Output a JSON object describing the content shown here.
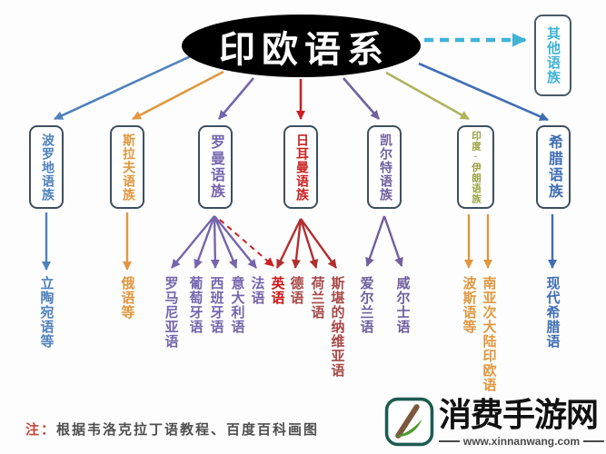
{
  "diagram": {
    "root": {
      "label": "印欧语系",
      "bg_color": "#000000",
      "text_color": "#ffffff"
    },
    "other_family": {
      "label": "其他语族",
      "color": "#3fb3d6",
      "edge_style": "dashed"
    },
    "families": [
      {
        "name": "Baltic",
        "label": "波罗地语族",
        "color": "#4f81bd",
        "languages": [
          {
            "label": "立陶宛语等",
            "color": "#4f81bd"
          }
        ]
      },
      {
        "name": "Slavic",
        "label": "斯拉夫语族",
        "color": "#e0973f",
        "languages": [
          {
            "label": "俄语等",
            "color": "#e0973f"
          }
        ]
      },
      {
        "name": "Romance",
        "label": "罗曼语族",
        "color": "#7665ad",
        "languages": [
          {
            "label": "罗马尼亚语",
            "color": "#7665ad"
          },
          {
            "label": "葡萄牙语",
            "color": "#7665ad"
          },
          {
            "label": "西班牙语",
            "color": "#7665ad"
          },
          {
            "label": "意大利语",
            "color": "#7665ad"
          },
          {
            "label": "法语",
            "color": "#7665ad"
          }
        ],
        "influence_edge_to": "英语"
      },
      {
        "name": "Germanic",
        "label": "日耳曼语族",
        "color": "#cc2020",
        "languages": [
          {
            "label": "英语",
            "color": "#cc1515"
          },
          {
            "label": "德语",
            "color": "#a84848"
          },
          {
            "label": "荷兰语",
            "color": "#a84848"
          },
          {
            "label": "斯堪的纳维亚语",
            "color": "#a84848"
          }
        ]
      },
      {
        "name": "Celtic",
        "label": "凯尔特语族",
        "color": "#70609f",
        "languages": [
          {
            "label": "爱尔兰语",
            "color": "#70609f"
          },
          {
            "label": "威尔士语",
            "color": "#70609f"
          }
        ]
      },
      {
        "name": "Indo-Iranian",
        "label": "印度-伊朗语族",
        "color": "#9aa040",
        "languages": [
          {
            "label": "波斯语等",
            "color": "#e0973f"
          },
          {
            "label": "南亚次大陆印欧语",
            "color": "#e0973f"
          }
        ]
      },
      {
        "name": "Greek",
        "label": "希腊语族",
        "color": "#3f6eb5",
        "languages": [
          {
            "label": "现代希腊语",
            "color": "#3f6eb5"
          }
        ]
      }
    ],
    "note": {
      "prefix": "注：",
      "text": "根据韦洛克拉丁语教程、百度百科画图"
    }
  },
  "watermark": {
    "site_name": "消费手游网",
    "url": "www.xinnanwang.com"
  }
}
